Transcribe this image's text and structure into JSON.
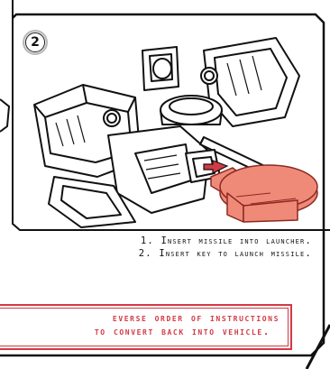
{
  "step": {
    "number": "2"
  },
  "instructions": [
    "1. Insert missile into launcher.",
    "2. Insert key to launch missile."
  ],
  "note": {
    "line1": "everse order of instructions",
    "line2": "to convert back into vehicle."
  },
  "colors": {
    "accent_red": "#d23a45",
    "key_part": "#f08a78",
    "key_outline": "#8a2a22",
    "outline": "#111111"
  },
  "icons": {
    "step_badge": "numbered-circle-icon",
    "arrow": "red-arrow-icon"
  }
}
